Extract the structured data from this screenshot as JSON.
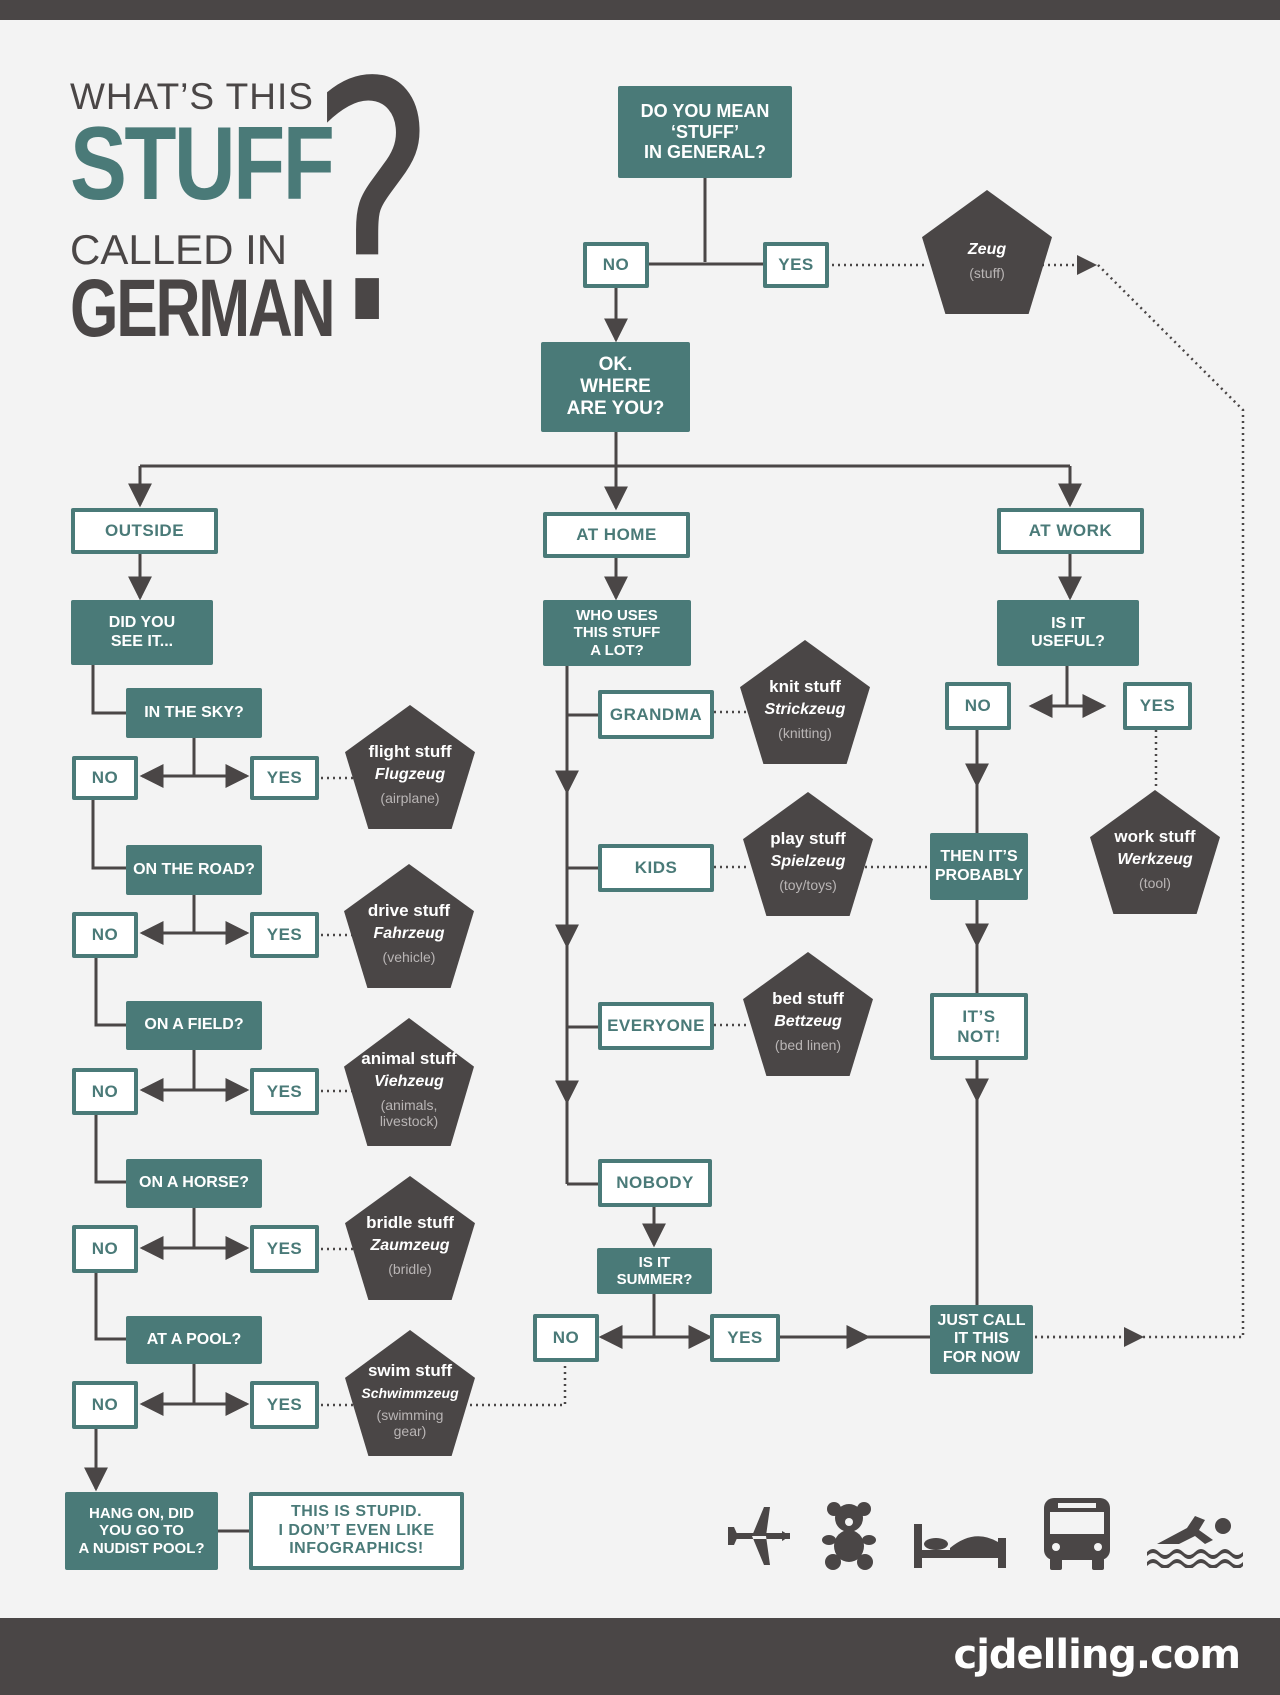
{
  "title": {
    "line1": "WHAT’S THIS",
    "line2": "STUFF",
    "line3": "CALLED IN",
    "line4": "GERMAN",
    "mark": "?"
  },
  "questions": {
    "general": "DO YOU MEAN\n‘STUFF’\nIN GENERAL?",
    "where": "OK.\nWHERE\nARE YOU?",
    "see_it": "DID YOU\nSEE IT...",
    "in_sky": "IN THE SKY?",
    "on_road": "ON THE ROAD?",
    "on_field": "ON A FIELD?",
    "on_horse": "ON A HORSE?",
    "at_pool": "AT A POOL?",
    "nudist": "HANG ON, DID\nYOU GO TO\nA NUDIST POOL?",
    "who_uses": "WHO USES\nTHIS STUFF\nA LOT?",
    "summer": "IS IT\nSUMMER?",
    "useful": "IS IT\nUSEFUL?",
    "probably": "THEN IT’S\nPROBABLY",
    "just_call": "JUST CALL\nIT THIS\nFOR NOW"
  },
  "answers": {
    "yes": "YES",
    "no": "NO",
    "outside": "OUTSIDE",
    "at_home": "AT HOME",
    "at_work": "AT WORK",
    "grandma": "GRANDMA",
    "kids": "KIDS",
    "everyone": "EVERYONE",
    "nobody": "NOBODY",
    "its_not": "IT’S\nNOT!",
    "stupid": "THIS IS STUPID.\nI DON’T EVEN LIKE\nINFOGRAPHICS!"
  },
  "results": {
    "zeug": {
      "en": "",
      "de": "Zeug",
      "tr": "(stuff)"
    },
    "flight": {
      "en": "flight stuff",
      "de": "Flugzeug",
      "tr": "(airplane)"
    },
    "drive": {
      "en": "drive stuff",
      "de": "Fahrzeug",
      "tr": "(vehicle)"
    },
    "animal": {
      "en": "animal stuff",
      "de": "Viehzeug",
      "tr": "(animals,\nlivestock)"
    },
    "bridle": {
      "en": "bridle stuff",
      "de": "Zaumzeug",
      "tr": "(bridle)"
    },
    "swim": {
      "en": "swim stuff",
      "de": "Schwimmzeug",
      "tr": "(swimming\ngear)"
    },
    "knit": {
      "en": "knit stuff",
      "de": "Strickzeug",
      "tr": "(knitting)"
    },
    "play": {
      "en": "play stuff",
      "de": "Spielzeug",
      "tr": "(toy/toys)"
    },
    "bed": {
      "en": "bed stuff",
      "de": "Bettzeug",
      "tr": "(bed linen)"
    },
    "work": {
      "en": "work stuff",
      "de": "Werkzeug",
      "tr": "(tool)"
    }
  },
  "colors": {
    "teal": "#4a7a78",
    "dark": "#4a4646",
    "background": "#f3f3f3"
  },
  "icons": [
    "airplane-icon",
    "teddy-bear-icon",
    "bed-icon",
    "bus-icon",
    "swimmer-icon"
  ],
  "footer": {
    "brand": "cjdelling.com"
  }
}
